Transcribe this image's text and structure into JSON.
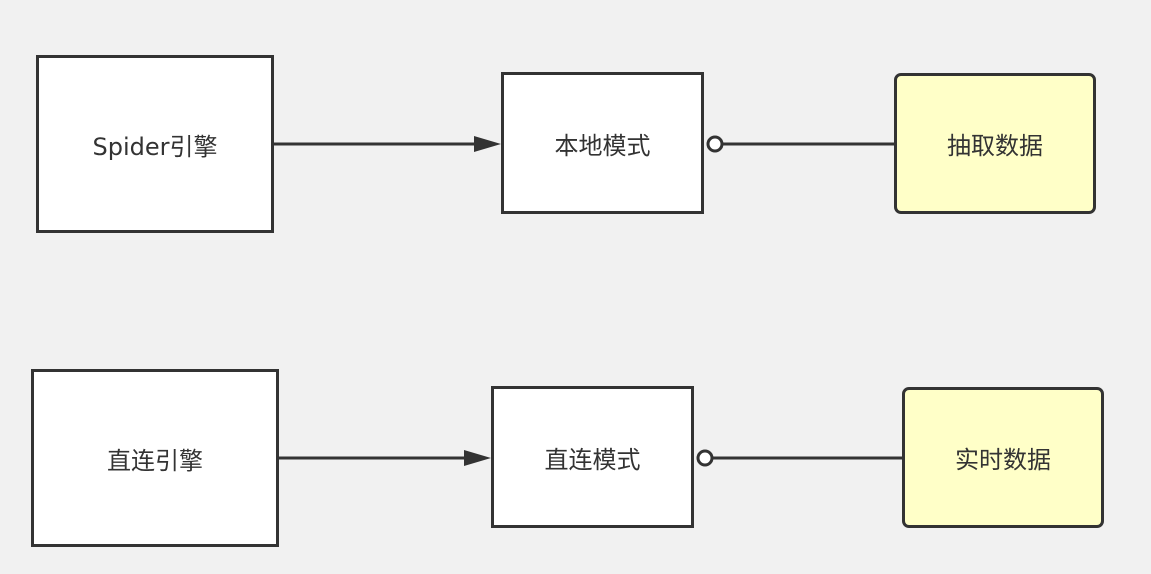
{
  "row1": {
    "engine": "Spider引擎",
    "mode": "本地模式",
    "data": "抽取数据"
  },
  "row2": {
    "engine": "直连引擎",
    "mode": "直连模式",
    "data": "实时数据"
  },
  "colors": {
    "stroke": "#333333",
    "data_fill": "#ffffc8",
    "box_fill": "#ffffff",
    "background": "#f1f1f1"
  }
}
